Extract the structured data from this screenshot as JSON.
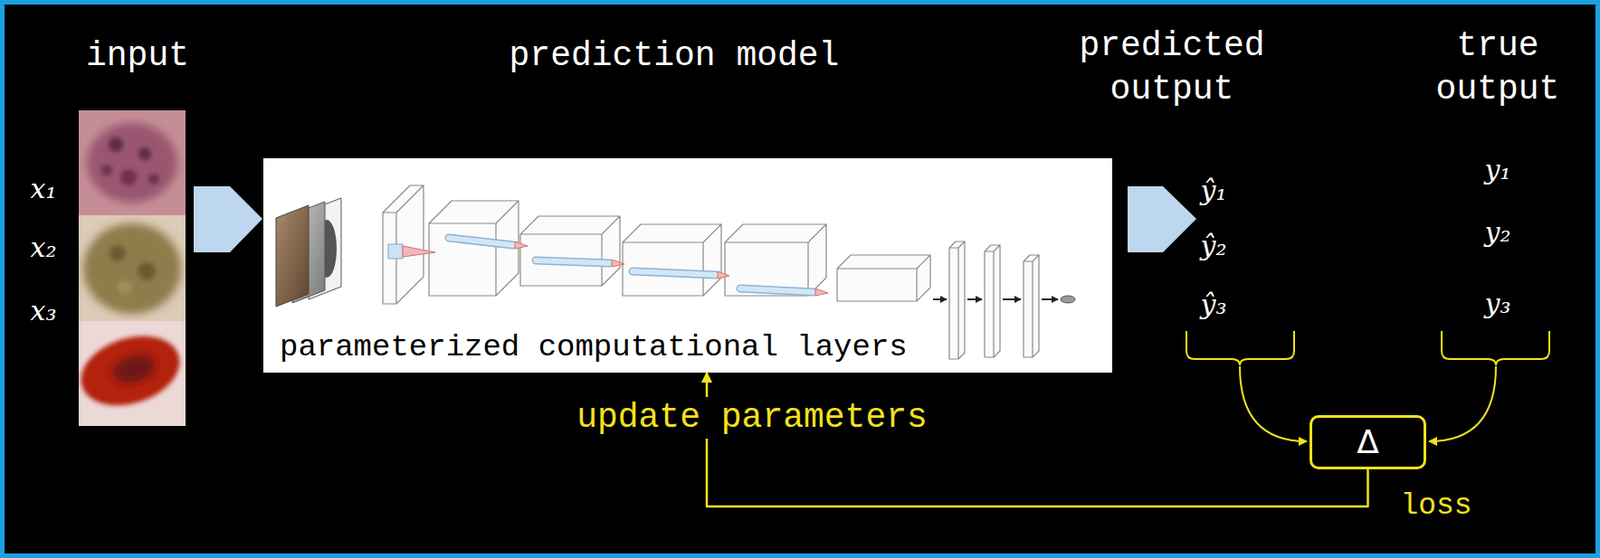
{
  "diagram": {
    "nodes": [
      {
        "text": [
          "parameterized computational layers"
        ]
      },
      {
        "text": [
          "Δ"
        ]
      }
    ],
    "edges": [
      {
        "from": 1,
        "to": 0,
        "arrow": "to",
        "label": "update parameters"
      }
    ],
    "labels": [
      "input",
      "prediction model",
      "predicted output",
      "true output",
      "x₁",
      "x₂",
      "x₃",
      "ŷ₁",
      "ŷ₂",
      "ŷ₃",
      "y₁",
      "y₂",
      "y₃",
      "loss"
    ]
  }
}
